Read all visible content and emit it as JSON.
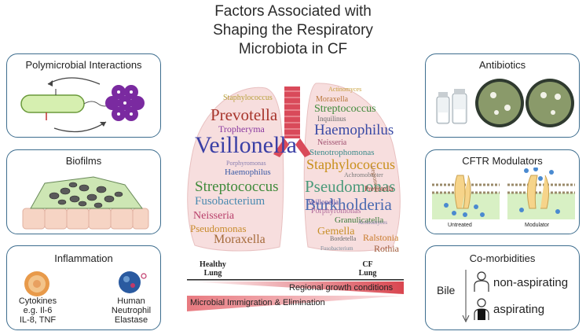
{
  "title": {
    "line1": "Factors Associated with",
    "line2": "Shaping the Respiratory",
    "line3": "Microbiota in CF"
  },
  "panels": {
    "polymicrobial": {
      "title": "Polymicrobial Interactions"
    },
    "biofilms": {
      "title": "Biofilms"
    },
    "inflammation": {
      "title": "Inflammation",
      "cytokines": [
        "Cytokines",
        "e.g. Il-6",
        "IL-8, TNF"
      ],
      "neutrophil": [
        "Human",
        "Neutrophil",
        "Elastase"
      ]
    },
    "antibiotics": {
      "title": "Antibiotics"
    },
    "cftr": {
      "title": "CFTR Modulators",
      "untreated": "Untreated",
      "modulator": "Modulator"
    },
    "comorbidities": {
      "title": "Co-morbidities",
      "bile": "Bile",
      "non_aspirating": "non-aspirating",
      "aspirating": "aspirating"
    }
  },
  "lungs": {
    "healthy_label": [
      "Healthy",
      "Lung"
    ],
    "cf_label": [
      "CF",
      "Lung"
    ],
    "regional": "Regional growth conditions",
    "immigration": "Microbial Immigration & Elimination",
    "left_words": [
      {
        "text": "Staphylococcus",
        "color": "#b7a03a"
      },
      {
        "text": "Prevotella",
        "color": "#a8352c"
      },
      {
        "text": "Tropheryma",
        "color": "#8a3aa0"
      },
      {
        "text": "Veillonella",
        "color": "#3a3fa5"
      },
      {
        "text": "Porphyromonas",
        "color": "#8a7fb0"
      },
      {
        "text": "Haemophilus",
        "color": "#3a5aa5"
      },
      {
        "text": "Streptococcus",
        "color": "#3f8a3a"
      },
      {
        "text": "Fusobacterium",
        "color": "#4a8ab0"
      },
      {
        "text": "Neisseria",
        "color": "#b83f6a"
      },
      {
        "text": "Pseudomonas",
        "color": "#c88a2a"
      },
      {
        "text": "Moraxella",
        "color": "#a56a3a"
      }
    ],
    "right_words": [
      {
        "text": "Actinomyces",
        "color": "#c8a03a"
      },
      {
        "text": "Moraxella",
        "color": "#b8763a"
      },
      {
        "text": "Streptococcus",
        "color": "#3f8a3a"
      },
      {
        "text": "Inquilinus",
        "color": "#6a6a6a"
      },
      {
        "text": "Haemophilus",
        "color": "#3a4aa5"
      },
      {
        "text": "Neisseria",
        "color": "#a05070"
      },
      {
        "text": "Stenotrophomonas",
        "color": "#3a8a8a"
      },
      {
        "text": "Staphylococcus",
        "color": "#c8901a"
      },
      {
        "text": "Achromobacter",
        "color": "#7a7a7a"
      },
      {
        "text": "Pseudomonas",
        "color": "#4a9a7a"
      },
      {
        "text": "Burkholderia",
        "color": "#4a6ab0"
      },
      {
        "text": "Prevotella",
        "color": "#a0352c"
      },
      {
        "text": "Veillonella",
        "color": "#5a4aa0"
      },
      {
        "text": "Porphyromonas",
        "color": "#b06a9a"
      },
      {
        "text": "Granulicatella",
        "color": "#3a7a3a"
      },
      {
        "text": "Gemella",
        "color": "#c8902a"
      },
      {
        "text": "Bordetella",
        "color": "#6a6a6a"
      },
      {
        "text": "Ralstonia",
        "color": "#c87a2a"
      },
      {
        "text": "Rothia",
        "color": "#a05a3a"
      },
      {
        "text": "Actinomyces",
        "color": "#7a7aa0"
      },
      {
        "text": "Legionella",
        "color": "#9a6a4a"
      },
      {
        "text": "Fusobacterium",
        "color": "#7a8a9a"
      }
    ]
  }
}
